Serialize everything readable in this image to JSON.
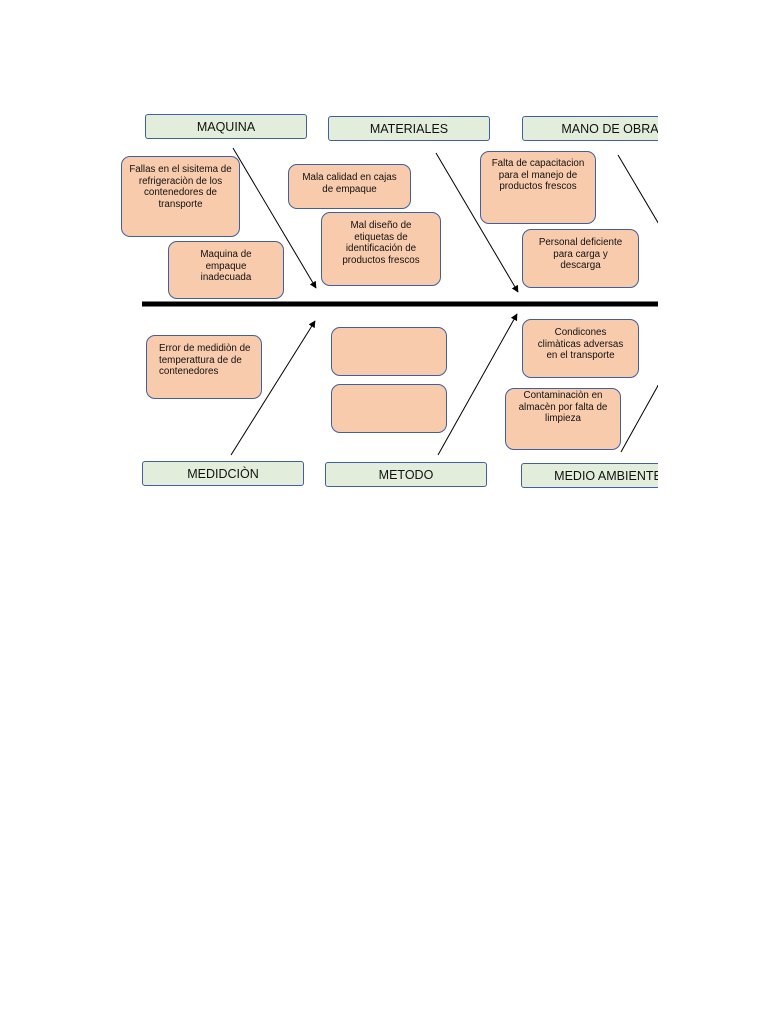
{
  "categories": {
    "maquina": "MAQUINA",
    "materiales": "MATERIALES",
    "mano_de_obra": "MANO DE OBRA",
    "medicion": "MEDIDCIÒN",
    "metodo": "METODO",
    "medio_ambiente": "MEDIO AMBIENTE"
  },
  "causes": {
    "fallas_refrigeracion": "Fallas en el sisitema de refrigeraciòn de los contenedores de transporte",
    "maquina_empaque": "Maquina de empaque inadecuada",
    "mala_calidad_cajas": "Mala calidad en cajas de empaque",
    "mal_diseno_etiquetas": "Mal diseño de etiquetas de identificación de productos frescos",
    "falta_capacitacion": "Falta de capacitacion para el manejo de productos frescos",
    "personal_deficiente": "Personal deficiente para carga y descarga",
    "error_medicion": "Error de medidiòn de temperattura de de contenedores",
    "metodo_vacio_1": "",
    "metodo_vacio_2": "",
    "condiciones_climaticas": "Condicones climàticas adversas en el transporte",
    "contaminacion_almacen": "Contaminaciòn en almacèn por falta de limpieza"
  }
}
